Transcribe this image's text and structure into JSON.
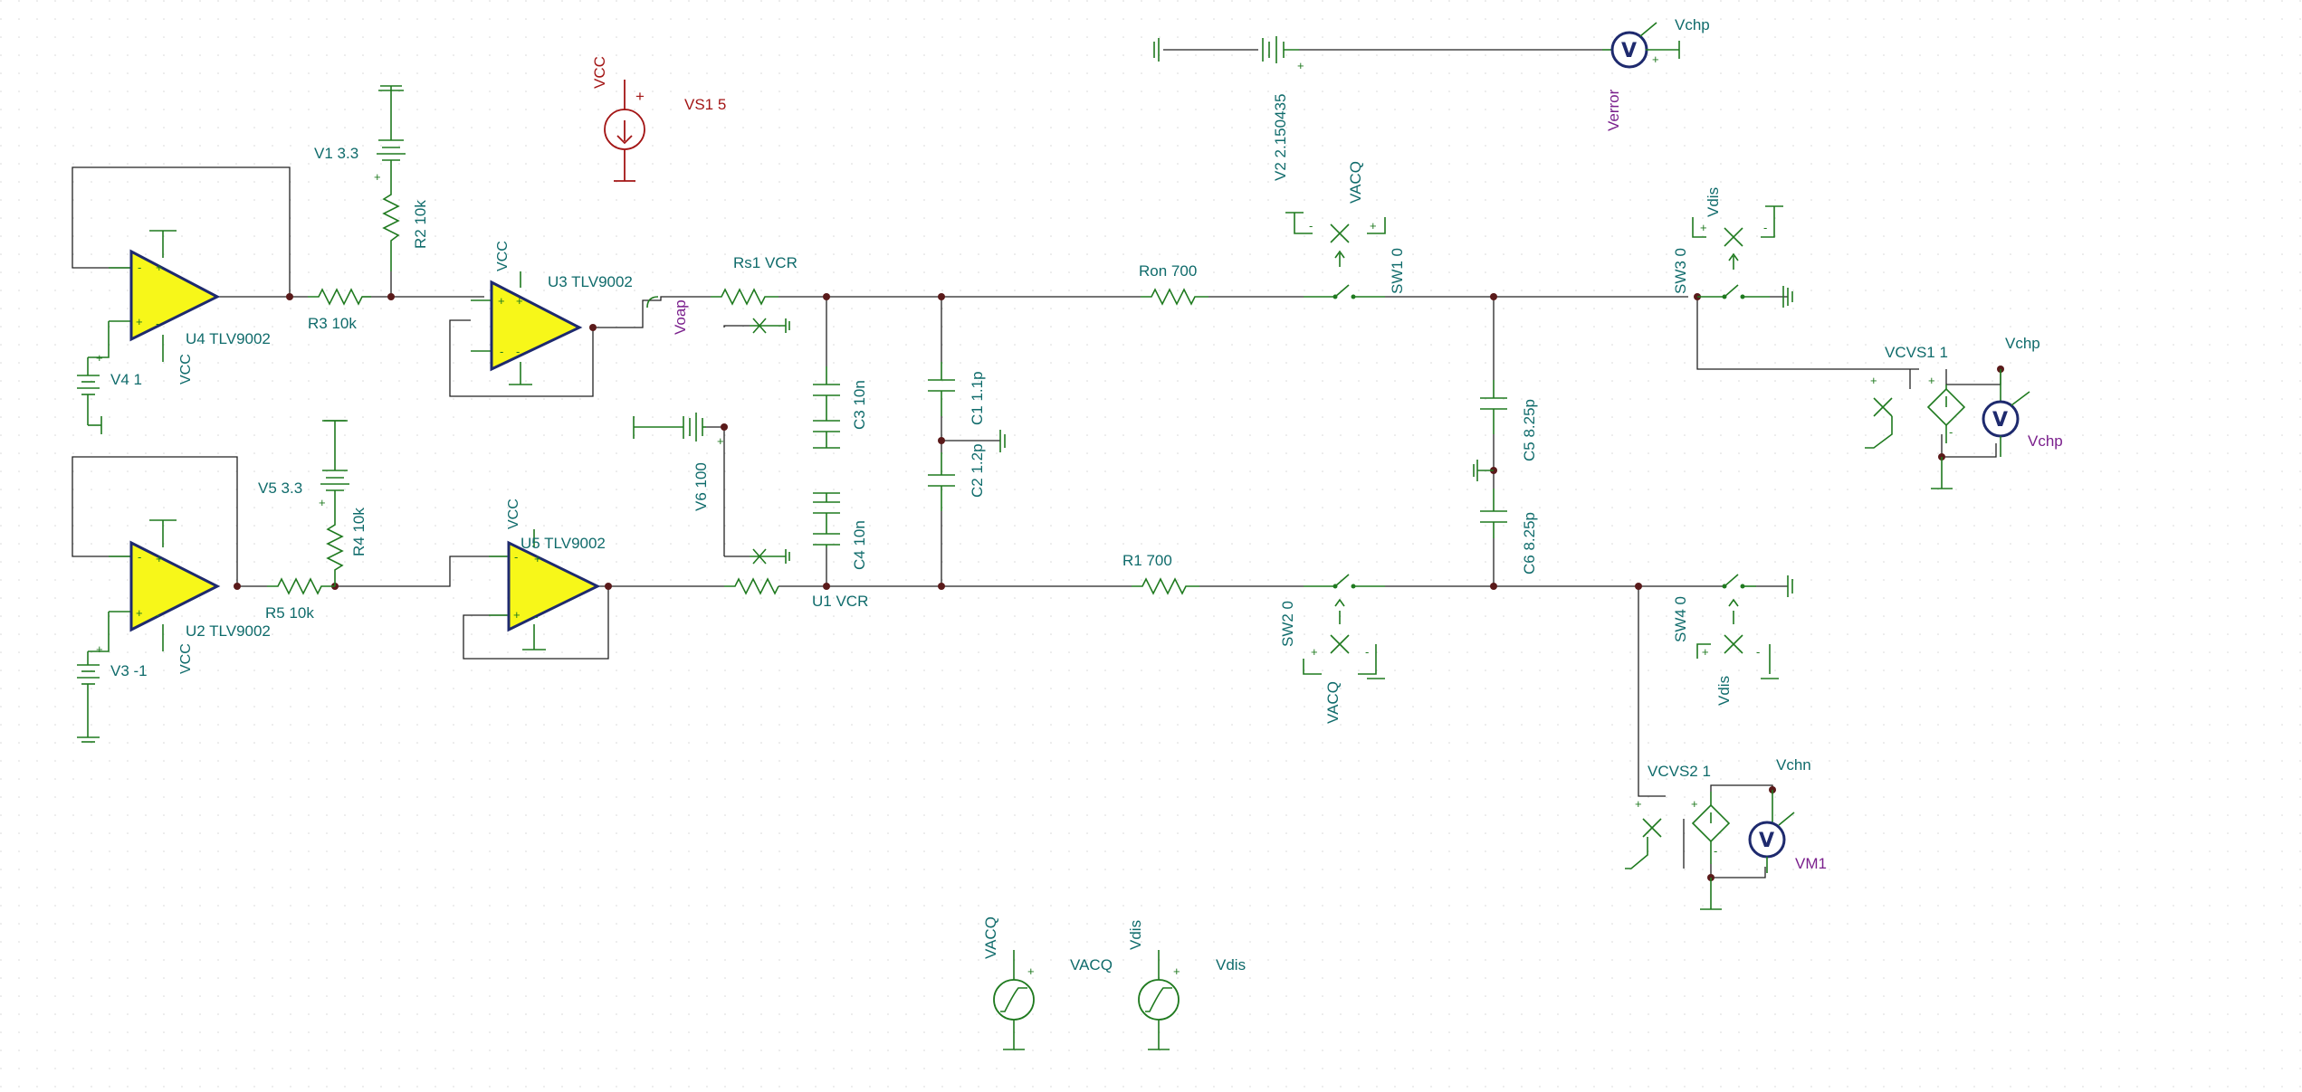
{
  "components": {
    "v1": "V1 3.3",
    "r2": "R2 10k",
    "vs1": "VS1 5",
    "vs1_node": "VCC",
    "u4": "U4 TLV9002",
    "u4_vcc": "VCC",
    "r3": "R3 10k",
    "v4": "V4 1",
    "u3": "U3 TLV9002",
    "u3_vcc": "VCC",
    "voap": "Voap",
    "rs1": "Rs1 VCR",
    "c3": "C3 10n",
    "c1": "C1 1.1p",
    "c2": "C2 1.2p",
    "v6": "V6 100",
    "c4": "C4 10n",
    "u1": "U1 VCR",
    "v5": "V5 3.3",
    "r4": "R4 10k",
    "u2": "U2 TLV9002",
    "u2_vcc": "VCC",
    "r5": "R5 10k",
    "v3": "V3 -1",
    "u5": "U5 TLV9002",
    "u5_vcc": "VCC",
    "ron": "Ron 700",
    "r1": "R1 700",
    "v2": "V2 2.150435",
    "vchp_top": "Vchp",
    "verror": "Verror",
    "sw1": "SW1 0",
    "sw1_ctrl": "VACQ",
    "sw2": "SW2 0",
    "sw2_ctrl": "VACQ",
    "sw3": "SW3 0",
    "sw3_ctrl": "Vdis",
    "sw4": "SW4 0",
    "sw4_ctrl": "Vdis",
    "c5": "C5 8.25p",
    "c6": "C6 8.25p",
    "vcvs1": "VCVS1 1",
    "vcvs1_out": "Vchp",
    "vchp_meter": "Vchp",
    "vcvs2": "VCVS2 1",
    "vcvs2_out": "Vchn",
    "vm1": "VM1",
    "vacq_src": "VACQ",
    "vacq_label": "VACQ",
    "vdis_src": "Vdis",
    "vdis_label": "Vdis",
    "meter_symbol": "V",
    "pin_plus": "+",
    "pin_minus": "-"
  },
  "colors": {
    "wire": "#222222",
    "component": "#1f7a1f",
    "label": "#0f6b6b",
    "source_red": "#a31515",
    "probe": "#7a1f8c",
    "opamp_fill": "#f7f719",
    "meter_outline": "#1e2a6e"
  }
}
